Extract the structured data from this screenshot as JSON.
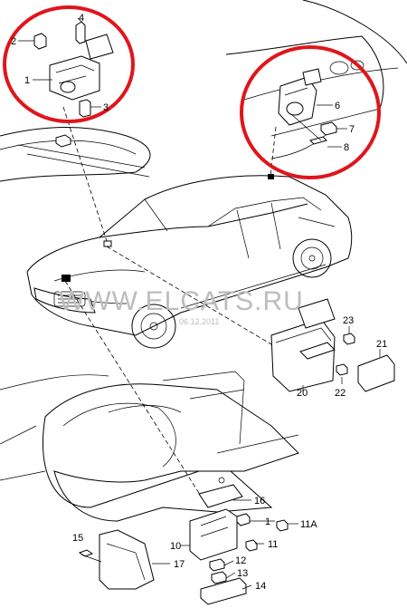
{
  "watermark": {
    "text": "WWW.ELCATS.RU",
    "date": "06.12.2011"
  },
  "callouts": {
    "c1": "1",
    "c2": "2",
    "c3": "3",
    "c4": "4",
    "c6": "6",
    "c7": "7",
    "c8": "8",
    "c10": "10",
    "c11": "11",
    "c11a": "11A",
    "c12": "12",
    "c13": "13",
    "c14": "14",
    "c15": "15",
    "c16": "16",
    "c17": "17",
    "c20": "20",
    "c21": "21",
    "c22": "22",
    "c23": "23"
  },
  "highlight_color": "#e0151b"
}
